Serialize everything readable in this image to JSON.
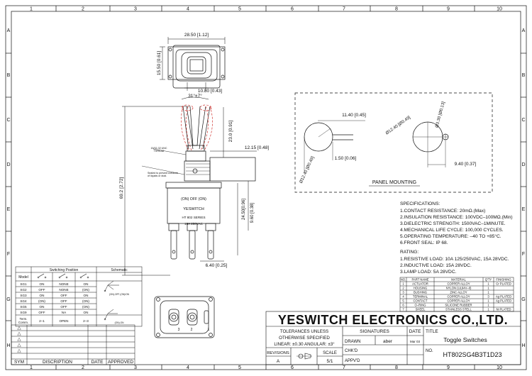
{
  "frame": {
    "columns": [
      "1",
      "2",
      "3",
      "4",
      "5",
      "6",
      "7",
      "8",
      "9",
      "10"
    ],
    "rows": [
      "A",
      "B",
      "C",
      "D",
      "E",
      "F",
      "G",
      "H"
    ]
  },
  "dimensions": {
    "top_width": "28.50 [1.12]",
    "top_height": "15.50 [0.61]",
    "top_inner": "10.80 [0.43]",
    "angle": "31°±7°",
    "lever_height": "23.0 [0.91]",
    "body_width": "12.15 [0.48]",
    "total_height": "69.2 [2.72]",
    "bushing_h": "24.50[0.96]",
    "term_h": "9.60 [0.38]",
    "term_w": "6.40 [0.25]",
    "thread_note": "15/32-32 UNC\nTHREAD",
    "seal_note": "Sealed to prevent entrance\nof liquids or dust."
  },
  "body_label": {
    "line1": "(ON) OFF (ON)",
    "line2": "YESWITCH",
    "line3": "HT 802 SERIES",
    "line4": "15A   250VAC"
  },
  "panel": {
    "title": "PANEL MOUNTING",
    "d1": "11.40 [0.45]",
    "d2": "1.50 [0.06]",
    "d3": "Ø12.40 [Ø0.49]",
    "d4": "Ø12.40 [Ø0.49]",
    "d5": "Ø3.30 [Ø0.13]",
    "d6": "9.40 [0.37]"
  },
  "specs": {
    "title": "SPECIFICATIONS:",
    "items": [
      "1.CONTACT RESISTANCE: 20mΩ.(Max)",
      "2.INSULATION RESISTANCE: 100VDC–100MΩ.(Min)",
      "3.DIELECTRIC STRENGTH: 1500VAC–1MINUTE.",
      "4.MECHANICAL LIFE CYCLE: 100,000 CYCLES.",
      "5.OPERATING TEMPERATURE: –40 TO +85°C.",
      "6.FRONT SEAL: IP 68."
    ]
  },
  "rating": {
    "title": "RATING:",
    "items": [
      "1.RESISTIVE LOAD: 10A 125/250VAC, 15A 28VDC.",
      "2.INDUCTIVE LOAD: 15A 28VDC.",
      "3.LAMP LOAD: 5A 28VDC."
    ]
  },
  "parts": {
    "headers": [
      "NO.",
      "PART NAME",
      "MATERIAL",
      "Q'TY",
      "FINISHING"
    ],
    "rows": [
      [
        "1",
        "ACTUATOR",
        "COPPER ALLOY",
        "1",
        "Cr PLATED"
      ],
      [
        "2",
        "HOUSING",
        "NYLON (UL94V–0)",
        "1",
        ""
      ],
      [
        "3",
        "BUSHING",
        "ZINC ALLOY",
        "1",
        ""
      ],
      [
        "4",
        "TERMINAL",
        "COPPER ALLOY",
        "3",
        "Ag PLATED"
      ],
      [
        "5",
        "CONTACT",
        "COPPER ALLOY",
        "1",
        "Ag PLATED"
      ],
      [
        "6",
        "O–RING",
        "SILICONE RUBBER",
        "1",
        ""
      ],
      [
        "7",
        "SHEEL",
        "STAINLESS STELL",
        "1",
        "Ni PLATED"
      ]
    ]
  },
  "switching": {
    "group_header": "Switching Position",
    "schematic_header": "Schematic",
    "model_header": "Model",
    "rows": [
      [
        "SG1",
        "ON",
        "NONE",
        "ON"
      ],
      [
        "SG2",
        "OFF",
        "NONE",
        "(ON)"
      ],
      [
        "SG3",
        "ON",
        "OFF",
        "ON"
      ],
      [
        "SG4",
        "(ON)",
        "OFF",
        "(ON)"
      ],
      [
        "SG5",
        "ON",
        "OFF",
        "(ON)"
      ],
      [
        "SG9",
        "OFF",
        "NA",
        "ON"
      ]
    ],
    "term_label": "Term.\nComm.",
    "term_values": [
      "2–1",
      "OPEN",
      "2–3"
    ],
    "schem_note1": "(ON)-OFF-(ON)/ON",
    "schem_note2": "(ON)-ON"
  },
  "revision": {
    "headers": [
      "SYM",
      "DISCRIPTION",
      "DATE",
      "APPROVED"
    ],
    "marks": [
      "△",
      "△",
      "△",
      "△",
      "△"
    ]
  },
  "title_block": {
    "company": "YESWITCH ELECTRONICS CO.,LTD.",
    "tolerances_l1": "TOLERANCES UNLESS",
    "tolerances_l2": "OTHERWISE SPECIFIED",
    "tolerances_l3": "LINEAR: ±0.30 ANGULAR: ±3°",
    "signatures": "SIGNATURES",
    "date": "DATE",
    "title": "TITLE",
    "drawn": "DRAWN",
    "drawn_by": "aber",
    "drawn_date": "Mar 03",
    "chkd": "CHK'D",
    "apprd": "APPV'D",
    "revisions": "REVISIONS",
    "rev_value": "A",
    "scale": "SCALE",
    "scale_value": "5/1",
    "no": "NO.",
    "part_title": "Toggle Switches",
    "part_no": "HT802SG4B3T1D23"
  }
}
